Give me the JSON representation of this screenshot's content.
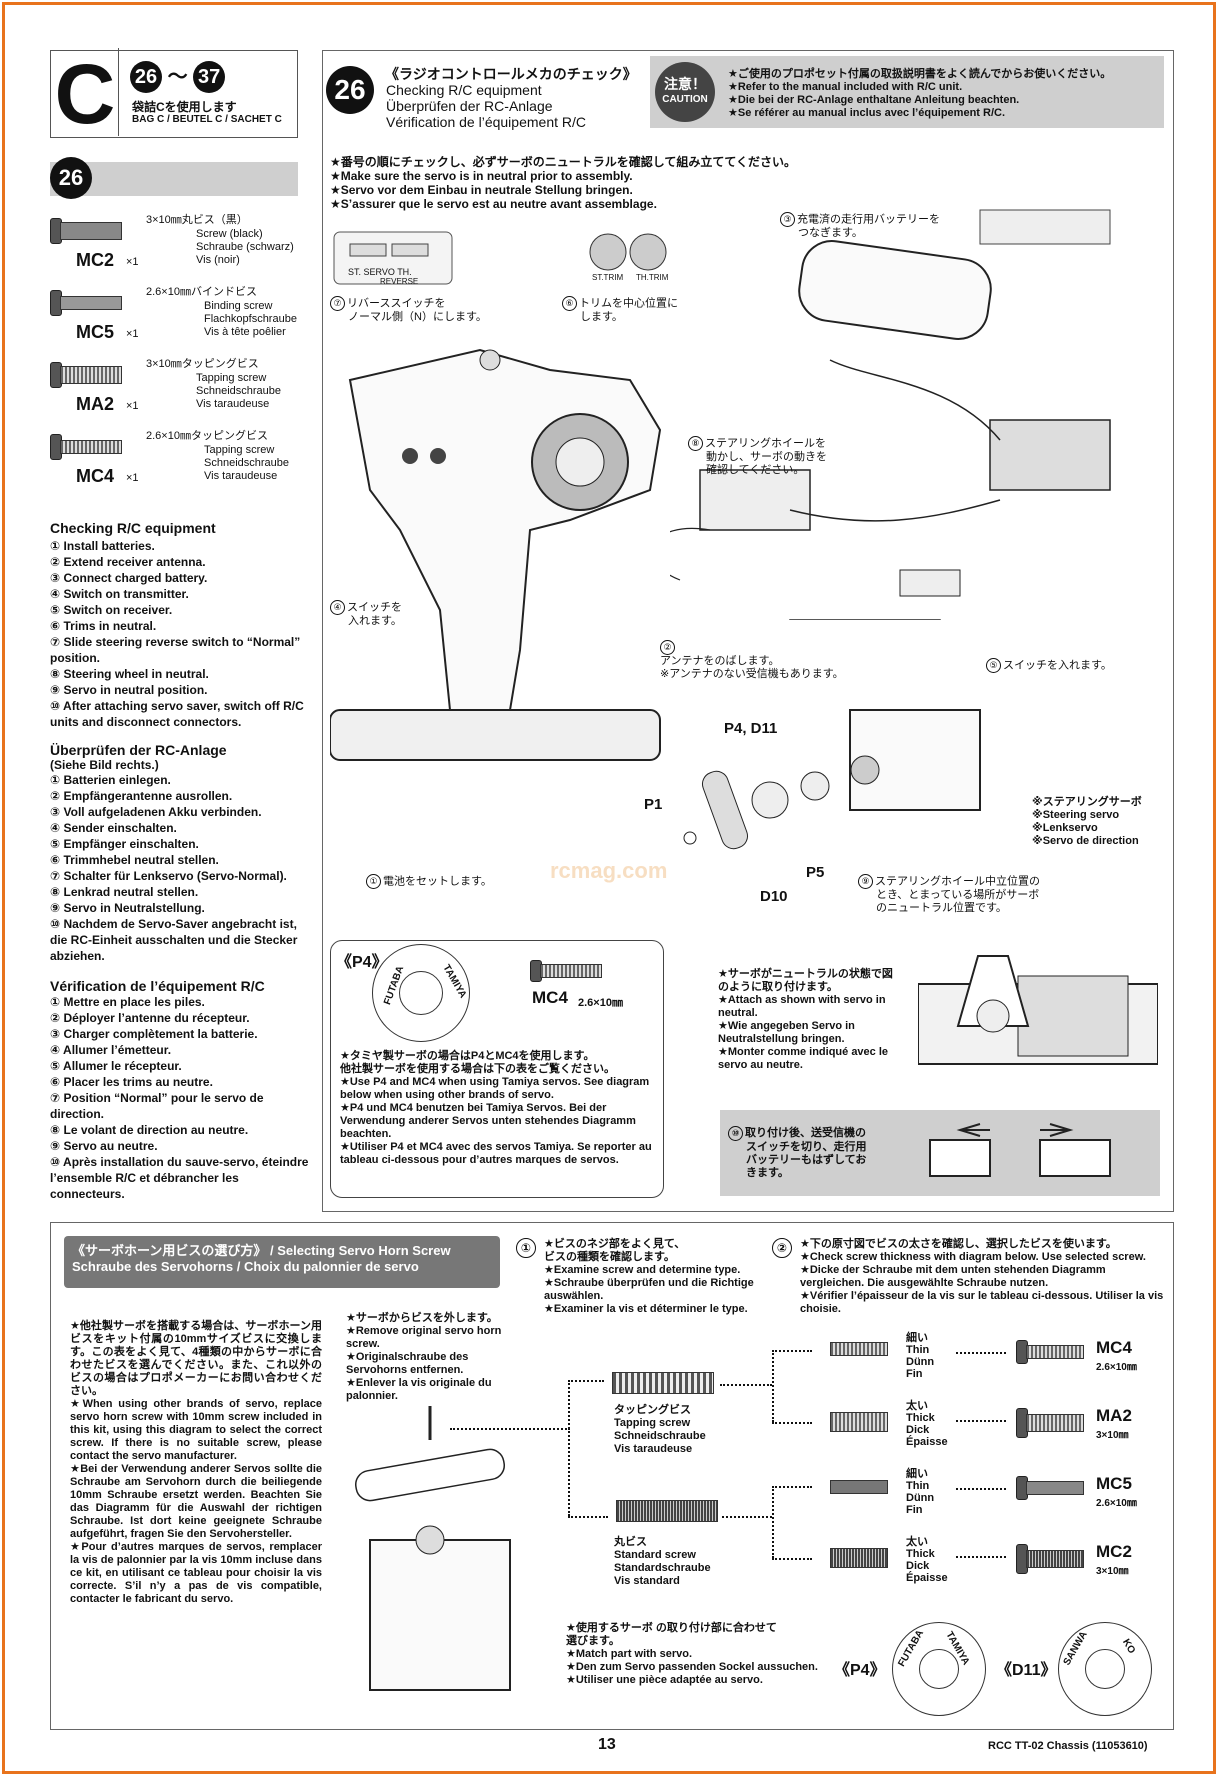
{
  "header": {
    "section_letter": "C",
    "step_range_start": "26",
    "step_range_sep": "〜",
    "step_range_end": "37",
    "bag_jp": "袋詰Cを使用します",
    "bag_multi": "BAG C / BEUTEL C / SACHET C"
  },
  "parts": {
    "step_badge": "26",
    "items": [
      {
        "code": "MC2",
        "qty": "×1",
        "size_jp": "3×10㎜丸ビス（黒）",
        "en": "Screw (black)",
        "de": "Schraube (schwarz)",
        "fr": "Vis (noir)"
      },
      {
        "code": "MC5",
        "qty": "×1",
        "size_jp": "2.6×10㎜バインドビス",
        "en": "Binding screw",
        "de": "Flachkopfschraube",
        "fr": "Vis à tête poêlier"
      },
      {
        "code": "MA2",
        "qty": "×1",
        "size_jp": "3×10㎜タッピングビス",
        "en": "Tapping screw",
        "de": "Schneidschraube",
        "fr": "Vis taraudeuse"
      },
      {
        "code": "MC4",
        "qty": "×1",
        "size_jp": "2.6×10㎜タッピングビス",
        "en": "Tapping screw",
        "de": "Schneidschraube",
        "fr": "Vis taraudeuse"
      }
    ]
  },
  "checklists": [
    {
      "title": "Checking R/C equipment",
      "items": [
        "Install batteries.",
        "Extend receiver antenna.",
        "Connect charged battery.",
        "Switch on transmitter.",
        "Switch on receiver.",
        "Trims in neutral.",
        "Slide steering reverse switch to “Normal” position.",
        "Steering wheel in neutral.",
        "Servo in neutral position.",
        "After attaching servo saver, switch off R/C units and disconnect connectors."
      ]
    },
    {
      "title": "Überprüfen der RC-Anlage",
      "subtitle": "(Siehe Bild rechts.)",
      "items": [
        "Batterien einlegen.",
        "Empfängerantenne ausrollen.",
        "Voll aufgeladenen Akku verbinden.",
        "Sender einschalten.",
        "Empfänger einschalten.",
        "Trimmhebel neutral stellen.",
        "Schalter für Lenkservo (Servo-Normal).",
        "Lenkrad neutral stellen.",
        "Servo in Neutralstellung.",
        "Nachdem de Servo-Saver angebracht ist, die RC-Einheit ausschalten und die Stecker abziehen."
      ]
    },
    {
      "title": "Vérification de l’équipement R/C",
      "items": [
        "Mettre en place les piles.",
        "Déployer l’antenne du récepteur.",
        "Charger complètement la batterie.",
        "Allumer l’émetteur.",
        "Allumer le récepteur.",
        "Placer les trims au neutre.",
        "Position “Normal” pour le servo de direction.",
        "Le volant de direction au neutre.",
        "Servo au neutre.",
        "Après installation du sauve-servo, éteindre l’ensemble R/C et débrancher les connecteurs."
      ]
    }
  ],
  "step26": {
    "number": "26",
    "title_jp": "《ラジオコントロールメカのチェック》",
    "title_en": "Checking R/C equipment",
    "title_de": "Überprüfen der RC-Anlage",
    "title_fr": "Vérification de l’équipement R/C",
    "caution_jp": "注意！",
    "caution_en": "CAUTION",
    "caution_lines": [
      "★ご使用のプロポセット付属の取扱説明書をよく読んでからお使いください。",
      "★Refer to the manual included with R/C unit.",
      "★Die bei der RC-Anlage enthaltane Anleitung beachten.",
      "★Se référer au manual inclus avec l’équipement R/C."
    ],
    "note_lines": [
      "★番号の順にチェックし、必ずサーボのニュートラルを確認して組み立ててください。",
      "★Make sure the servo is in neutral prior to assembly.",
      "★Servo vor dem Einbau in neutrale Stellung bringen.",
      "★S’assurer que le servo est au neutre avant assemblage."
    ],
    "callouts": [
      {
        "n": "①",
        "text": "電池をセットします。"
      },
      {
        "n": "②",
        "text": "アンテナをのばします。",
        "text2": "※アンテナのない受信機もあります。"
      },
      {
        "n": "③",
        "text": "充電済の走行用バッテリーを",
        "text2": "つなぎます。"
      },
      {
        "n": "④",
        "text": "スイッチを",
        "text2": "入れます。"
      },
      {
        "n": "⑤",
        "text": "スイッチを入れます。"
      },
      {
        "n": "⑥",
        "text": "トリムを中心位置に",
        "text2": "します。"
      },
      {
        "n": "⑦",
        "text": "リバーススイッチを",
        "text2": "ノーマル側（N）にします。"
      },
      {
        "n": "⑧",
        "text": "ステアリングホイールを",
        "text2": "動かし、サーボの動きを",
        "text3": "確認してください。"
      },
      {
        "n": "⑨",
        "text": "ステアリングホイール中立位置の",
        "text2": "とき、とまっている場所がサーボ",
        "text3": "のニュートラル位置です。"
      }
    ],
    "servo_labels": [
      "※ステアリングサーボ",
      "※Steering servo",
      "※Lenkservo",
      "※Servo de direction"
    ],
    "labels": {
      "p4d11": "P4, D11",
      "p1": "P1",
      "p5": "P5",
      "d10": "D10",
      "watermark": "rcmag.com",
      "reverse_panel": "ST.  SERVO  TH.",
      "reverse_sub": "REVERSE",
      "st_trim": "ST.TRIM",
      "th_trim": "TH.TRIM"
    },
    "p4box": {
      "label": "《P4》",
      "brand1": "FUTABA",
      "brand2": "TAMIYA",
      "screw": "MC4",
      "screw_size": "2.6×10㎜",
      "lines": [
        "★タミヤ製サーボの場合はP4とMC4を使用します。",
        "他社製サーボを使用する場合は下の表をご覧ください。",
        "★Use P4 and MC4 when using Tamiya servos. See diagram below when using other brands of servo.",
        "★P4 und MC4 benutzen bei Tamiya Servos. Bei der Verwendung anderer Servos unten stehendes Diagramm beachten.",
        "★Utiliser P4 et MC4 avec des servos Tamiya. Se reporter au tableau ci-dessous pour d’autres marques de servos."
      ]
    },
    "attach_lines": [
      "★サーボがニュートラルの状態で図のように取り付けます。",
      "★Attach as shown with servo in neutral.",
      "★Wie angegeben Servo in Neutralstellung bringen.",
      "★Monter comme indiqué avec le servo au neutre."
    ],
    "step10": {
      "n": "⑩",
      "lines": [
        "取り付け後、送受信機の",
        "スイッチを切り、走行用",
        "バッテリーもはずしてお",
        "きます。"
      ]
    }
  },
  "horn": {
    "title_line1_jp": "《サーボホーン用ビスの選び方》",
    "title_line1_en": " / Selecting Servo Horn Screw",
    "title_line2": "Schraube des Servohorns  /  Choix du palonnier de servo",
    "left_lines": [
      "★他社製サーボを搭載する場合は、サーボホーン用ビスをキット付属の10mmサイズビスに交換します。この表をよく見て、4種類の中からサーボに合わせたビスを選んでください。また、これ以外のビスの場合はプロポメーカーにお問い合わせください。",
      "★When using other brands of servo, replace servo horn screw with 10mm screw included in this kit, using this diagram to select the correct screw. If there is no suitable screw, please contact the servo manufacturer.",
      "★Bei der Verwendung anderer Servos sollte die Schraube am Servohorn durch die beiliegende 10mm Schraube ersetzt werden. Beachten Sie das Diagramm für die Auswahl der richtigen Schraube. Ist dort keine geeignete Schraube aufgeführt, fragen Sie den Servohersteller.",
      "★Pour d’autres marques de servos, remplacer la vis de palonnier par la vis 10mm incluse dans ce kit, en utilisant ce tableau pour choisir la vis correcte. S’il n’y a pas de vis compatible, contacter le fabricant du servo."
    ],
    "remove_lines": [
      "★サーボからビスを外します。",
      "★Remove original servo horn screw.",
      "★Originalschraube des Servohorns entfernen.",
      "★Enlever la vis originale du palonnier."
    ],
    "step1_n": "①",
    "step1_lines": [
      "★ビスのネジ部をよく見て、",
      "ビスの種類を確認します。",
      "★Examine screw and determine type.",
      "★Schraube überprüfen und die Richtige auswählen.",
      "★Examiner la vis et déterminer le type."
    ],
    "step2_n": "②",
    "step2_lines": [
      "★下の原寸図でビスの太さを確認し、選択したビスを使います。",
      "★Check screw thickness with diagram below. Use selected screw.",
      "★Dicke der Schraube mit dem unten stehenden Diagramm vergleichen. Die ausgewählte Schraube nutzen.",
      "★Vérifier l’épaisseur de la vis sur le tableau ci-dessous. Utiliser la vis choisie."
    ],
    "tapping": [
      "タッピングビス",
      "Tapping screw",
      "Schneidschraube",
      "Vis taraudeuse"
    ],
    "standard": [
      "丸ビス",
      "Standard screw",
      "Standardschraube",
      "Vis standard"
    ],
    "thin": [
      "細い",
      "Thin",
      "Dünn",
      "Fin"
    ],
    "thick": [
      "太い",
      "Thick",
      "Dick",
      "Épaisse"
    ],
    "results": [
      {
        "code": "MC4",
        "size": "2.6×10㎜"
      },
      {
        "code": "MA2",
        "size": "3×10㎜"
      },
      {
        "code": "MC5",
        "size": "2.6×10㎜"
      },
      {
        "code": "MC2",
        "size": "3×10㎜"
      }
    ],
    "match_lines": [
      "★使用するサーボ の取り付け部に合わせて",
      "選びます。",
      "★Match part with servo.",
      "★Den zum Servo passenden Sockel aussuchen.",
      "★Utiliser une pièce adaptée au servo."
    ],
    "p4": "《P4》",
    "d11": "《D11》",
    "futaba": "FUTABA",
    "tamiya": "TAMIYA",
    "sanwa": "SANWA",
    "ko": "KO"
  },
  "footer": {
    "page": "13",
    "model": "RCC TT-02 Chassis (11053610)"
  }
}
